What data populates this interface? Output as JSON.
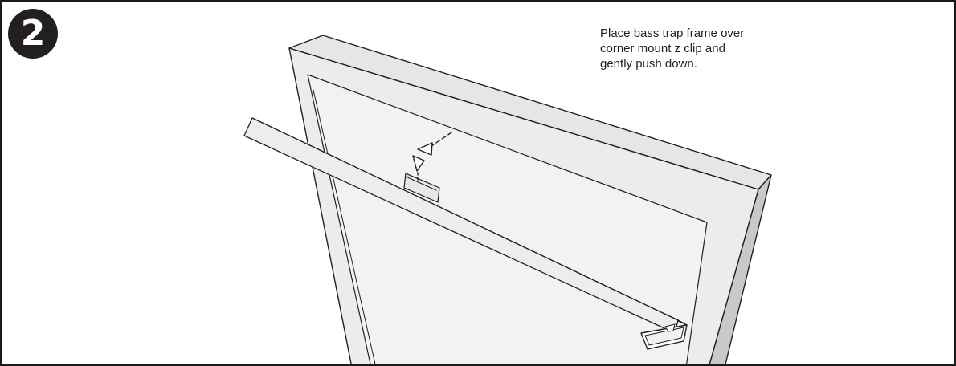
{
  "step": {
    "number": "2"
  },
  "instruction": {
    "lines": [
      "Place bass trap frame over",
      "corner mount z clip and",
      "gently push down."
    ]
  },
  "colors": {
    "outline": "#231f20",
    "panel_face": "#ececec",
    "panel_top": "#e6e6e6",
    "panel_side": "#c9c9c9",
    "inner_recess": "#f2f2f2",
    "rail": "#f7f7f7"
  }
}
